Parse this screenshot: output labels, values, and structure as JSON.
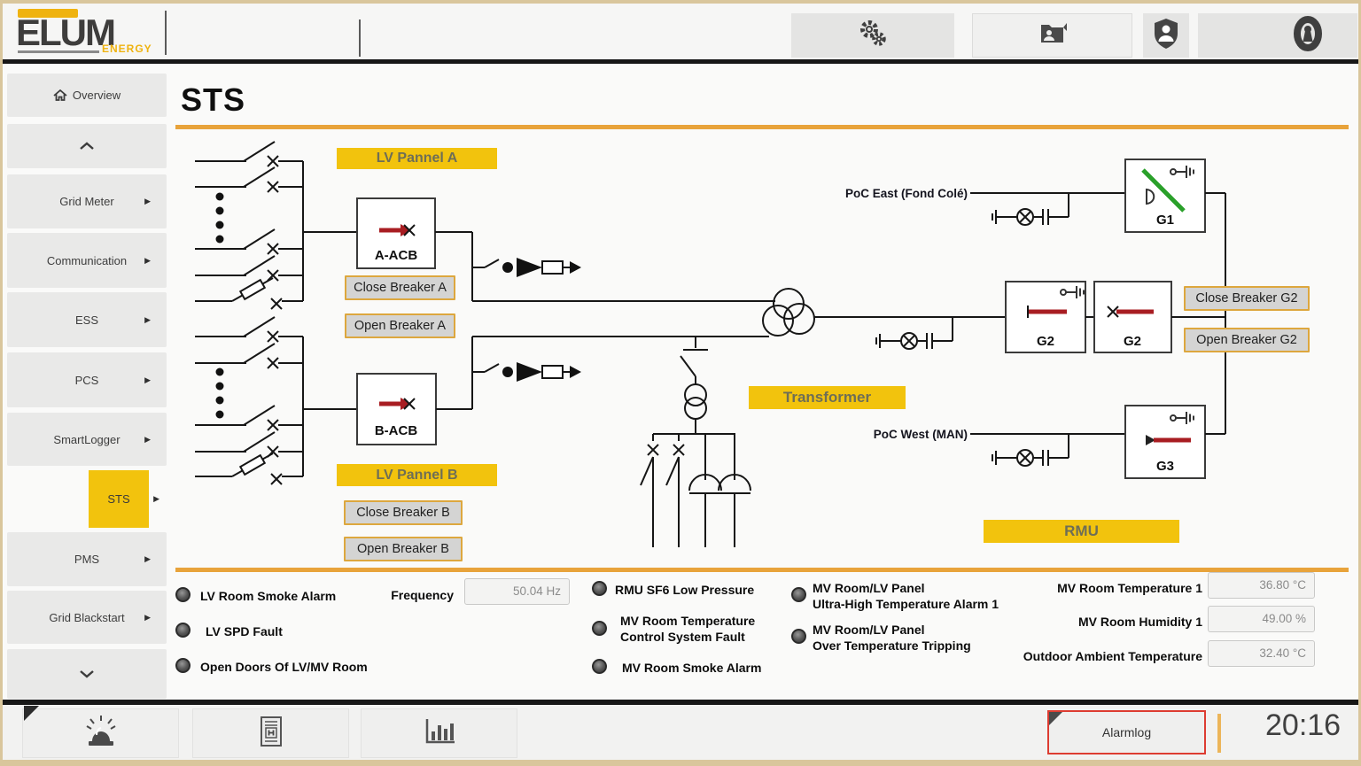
{
  "brand": {
    "name": "ELUM",
    "tagline": "ENERGY"
  },
  "topbar": {
    "buttons": [
      {
        "icon": "gears"
      },
      {
        "icon": "folder-user"
      },
      {
        "icon": "shield-user"
      },
      {
        "icon": "keyhole"
      }
    ]
  },
  "sidebar": {
    "items": [
      {
        "label": "Overview"
      },
      {
        "label": "Grid Meter"
      },
      {
        "label": "Communication"
      },
      {
        "label": "ESS"
      },
      {
        "label": "PCS"
      },
      {
        "label": "SmartLogger"
      },
      {
        "label": "STS"
      },
      {
        "label": "PMS"
      },
      {
        "label": "Grid Blackstart"
      }
    ]
  },
  "page": {
    "title": "STS"
  },
  "diagram": {
    "panels": {
      "lv_a": "LV Pannel A",
      "lv_b": "LV Pannel B",
      "transformer": "Transformer",
      "rmu": "RMU"
    },
    "devices": {
      "a_acb": "A-ACB",
      "b_acb": "B-ACB",
      "g1": "G1",
      "g2_left": "G2",
      "g2_right": "G2",
      "g3": "G3"
    },
    "poc": {
      "east": "PoC East (Fond Colé)",
      "west": "PoC West (MAN)"
    },
    "buttons": {
      "close_a": "Close Breaker A",
      "open_a": "Open Breaker A",
      "close_b": "Close Breaker B",
      "open_b": "Open Breaker B",
      "close_g2": "Close Breaker G2",
      "open_g2": "Open Breaker G2"
    }
  },
  "status": {
    "frequency": {
      "label": "Frequency",
      "value": "50.04 Hz"
    },
    "alarms_col1": [
      "LV Room Smoke Alarm",
      "LV SPD Fault",
      "Open Doors Of LV/MV Room"
    ],
    "alarms_col2": [
      {
        "line1": "RMU SF6 Low Pressure",
        "line2": ""
      },
      {
        "line1": "MV Room Temperature",
        "line2": "Control System Fault"
      },
      {
        "line1": "MV Room Smoke Alarm",
        "line2": ""
      }
    ],
    "alarms_col3": [
      {
        "line1": "MV Room/LV Panel",
        "line2": "Ultra-High Temperature Alarm 1"
      },
      {
        "line1": "MV Room/LV Panel",
        "line2": "Over Temperature Tripping"
      }
    ],
    "measurements": [
      {
        "label": "MV Room Temperature 1",
        "value": "36.80 °C"
      },
      {
        "label": "MV Room Humidity 1",
        "value": "49.00 %"
      },
      {
        "label": "Outdoor Ambient Temperature",
        "value": "32.40 °C"
      }
    ]
  },
  "footer": {
    "alarmlog": "Alarmlog",
    "time": "20:16"
  },
  "colors": {
    "accent_yellow": "#f2c30d",
    "accent_orange": "#e8a33b",
    "alert_red": "#dd3c31",
    "breaker_red": "#a81d22",
    "closed_green": "#2aa02a"
  }
}
